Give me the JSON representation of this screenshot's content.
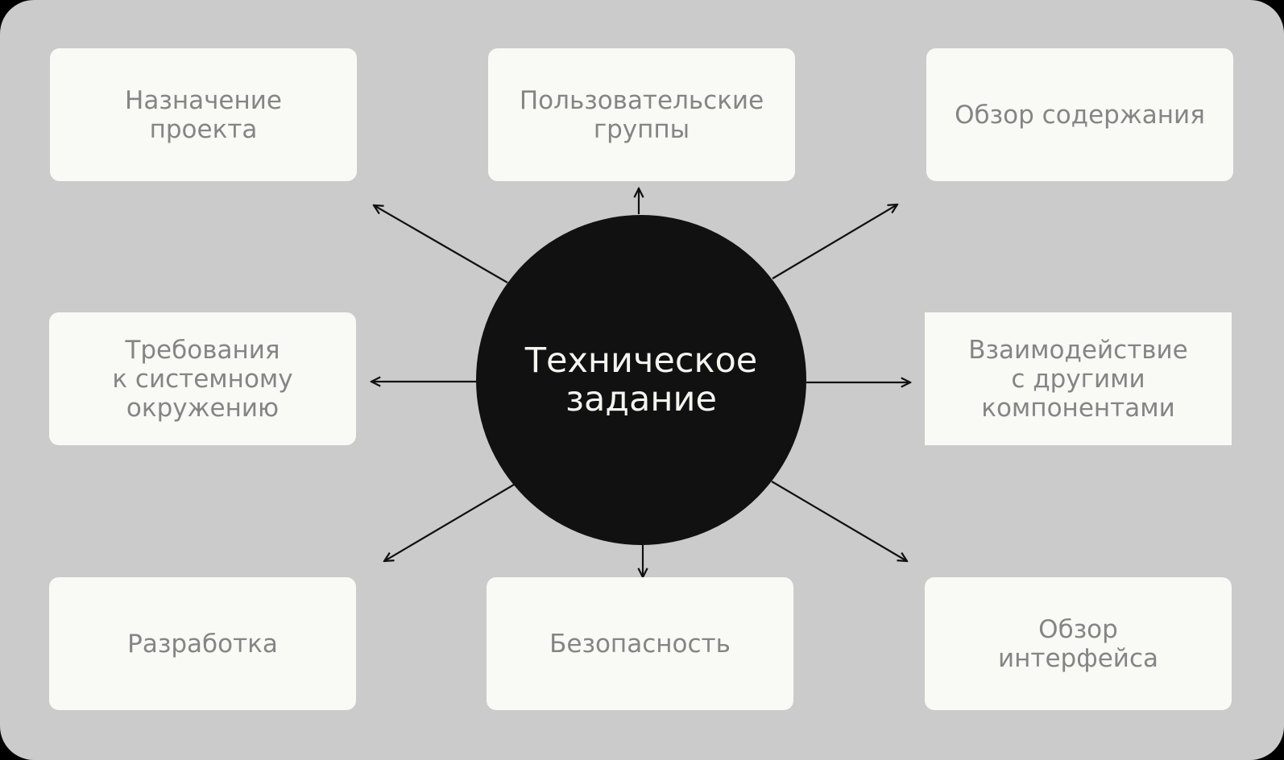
{
  "center": {
    "label": "Техническое\nзадание"
  },
  "nodes": [
    {
      "label": "Назначение\nпроекта"
    },
    {
      "label": "Пользовательские\nгруппы"
    },
    {
      "label": "Обзор содержания"
    },
    {
      "label": "Требования\nк системному\nокружению"
    },
    {
      "label": "Взаимодействие\nс другими\nкомпонентами"
    },
    {
      "label": "Разработка"
    },
    {
      "label": "Безопасность"
    },
    {
      "label": "Обзор\nинтерфейса"
    }
  ],
  "colors": {
    "background": "#cbcbcb",
    "box": "#f9f9f5",
    "hub": "#111111",
    "text": "#858585"
  }
}
